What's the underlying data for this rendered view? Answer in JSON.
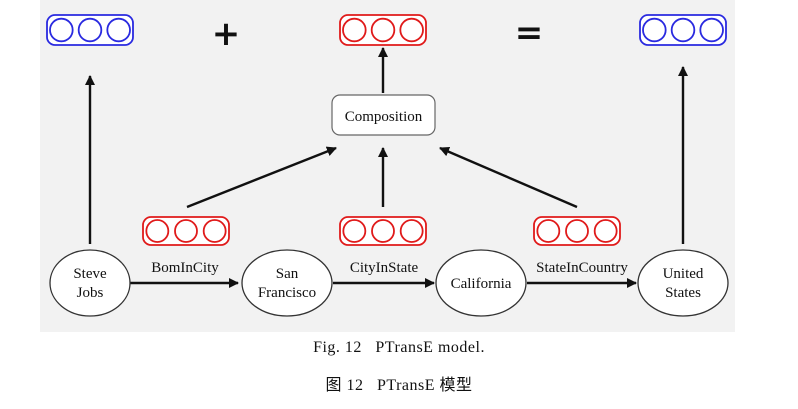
{
  "colors": {
    "panel": "#f2f2f2",
    "blue": "#2a2ae0",
    "red": "#e01a1a",
    "ink": "#111111"
  },
  "operators": {
    "plus": "+",
    "equals": "="
  },
  "vectors": {
    "top_left": {
      "color": "blue",
      "cells": 3
    },
    "top_middle": {
      "color": "red",
      "cells": 3
    },
    "top_right": {
      "color": "blue",
      "cells": 3
    },
    "relation_1": {
      "color": "red",
      "cells": 3
    },
    "relation_2": {
      "color": "red",
      "cells": 3
    },
    "relation_3": {
      "color": "red",
      "cells": 3
    }
  },
  "composition_label": "Composition",
  "entities": {
    "steve_jobs": [
      "Steve",
      "Jobs"
    ],
    "san_francisco": [
      "San",
      "Francisco"
    ],
    "california": [
      "California"
    ],
    "united_states": [
      "United",
      "States"
    ]
  },
  "relations": {
    "born_in_city": "BomInCity",
    "city_in_state": "CityInState",
    "state_in_country": "StateInCountry"
  },
  "caption_en": "Fig. 12   PTransE model.",
  "caption_zh": "图 12   PTransE 模型"
}
